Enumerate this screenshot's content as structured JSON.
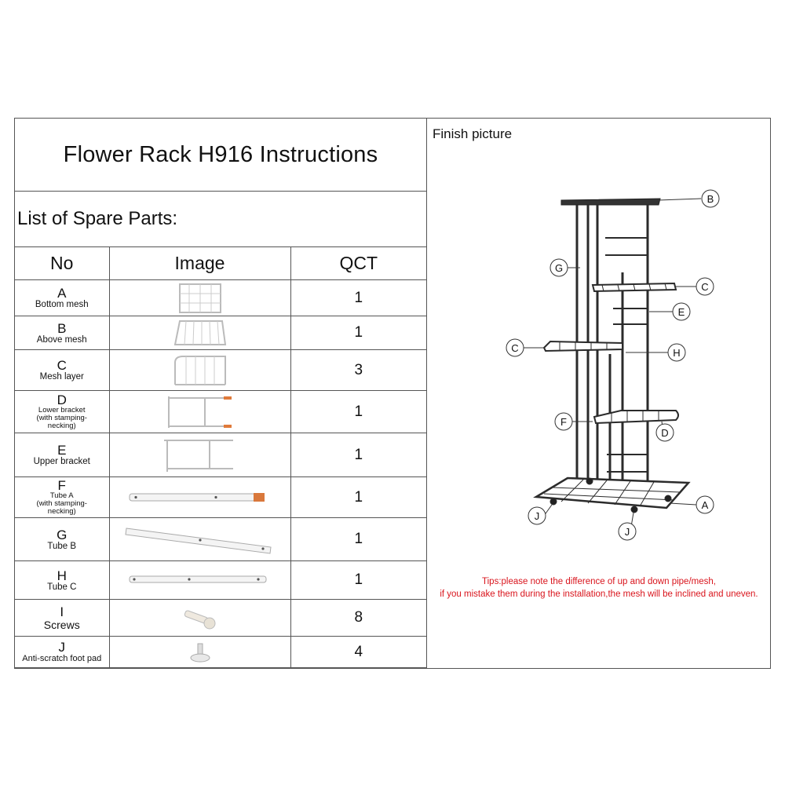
{
  "document": {
    "title": "Flower Rack H916 Instructions",
    "spare_parts_heading": "List of Spare Parts:",
    "table_headers": {
      "no": "No",
      "image": "Image",
      "qct": "QCT"
    },
    "parts": [
      {
        "letter": "A",
        "desc": "Bottom mesh",
        "qty": "1",
        "icon": "bottom-mesh-image"
      },
      {
        "letter": "B",
        "desc": "Above mesh",
        "qty": "1",
        "icon": "above-mesh-image"
      },
      {
        "letter": "C",
        "desc": "Mesh layer",
        "qty": "3",
        "icon": "mesh-layer-image"
      },
      {
        "letter": "D",
        "desc": "Lower bracket",
        "desc2": "(with stamping-",
        "desc3": "necking)",
        "qty": "1",
        "icon": "lower-bracket-image"
      },
      {
        "letter": "E",
        "desc": "Upper bracket",
        "qty": "1",
        "icon": "upper-bracket-image"
      },
      {
        "letter": "F",
        "desc": "Tube A",
        "desc2": "(with stamping-",
        "desc3": "necking)",
        "qty": "1",
        "icon": "tube-a-image"
      },
      {
        "letter": "G",
        "desc": "Tube B",
        "qty": "1",
        "icon": "tube-b-image"
      },
      {
        "letter": "H",
        "desc": "Tube C",
        "qty": "1",
        "icon": "tube-c-image"
      },
      {
        "letter": "I",
        "desc": "Screws",
        "qty": "8",
        "icon": "screw-image"
      },
      {
        "letter": "J",
        "desc": "Anti-scratch foot pad",
        "qty": "4",
        "icon": "foot-pad-image"
      }
    ],
    "finish_picture_label": "Finish picture",
    "callouts": [
      "A",
      "B",
      "C",
      "C",
      "D",
      "E",
      "F",
      "G",
      "H",
      "J",
      "J"
    ],
    "tips_line1": "Tips:please note the difference of up and down pipe/mesh,",
    "tips_line2": "if you mistake them during the installation,the mesh will be inclined and uneven.",
    "colors": {
      "tips": "#d9141c",
      "rack": "#2b2b2b",
      "border": "#555555"
    }
  }
}
